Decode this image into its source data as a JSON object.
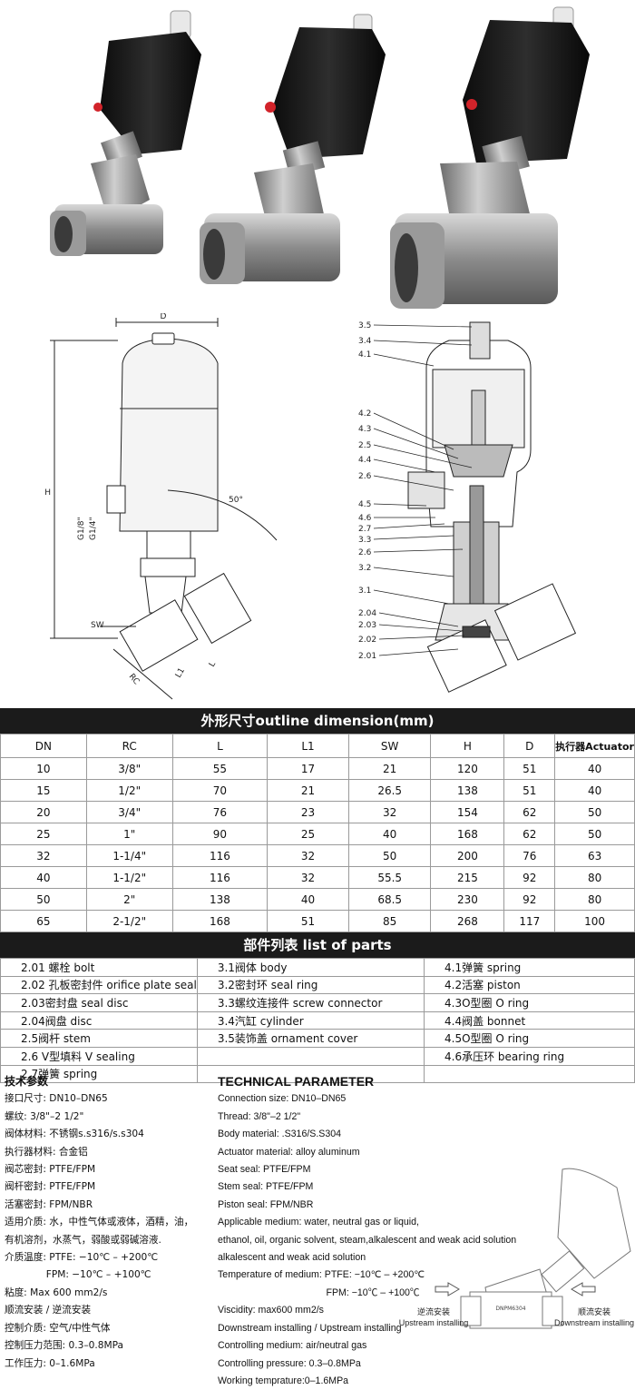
{
  "drawing_labels": {
    "dim_D": "D",
    "dim_H": "H",
    "dim_G18": "G1/8\"",
    "dim_G14": "G1/4\"",
    "dim_angle": "50°",
    "dim_SW": "SW",
    "dim_RC": "RC",
    "dim_L1": "L1",
    "dim_L": "L",
    "callouts_top": [
      "3.5",
      "3.4",
      "4.1",
      "4.2",
      "4.3",
      "2.5",
      "4.4",
      "2.6",
      "4.5",
      "4.6",
      "2.7",
      "3.3",
      "2.6",
      "3.2",
      "3.1",
      "2.04",
      "2.03",
      "2.02",
      "2.01"
    ]
  },
  "outline": {
    "title": "外形尺寸outline dimension(mm)",
    "headers": [
      "DN",
      "RC",
      "L",
      "L1",
      "SW",
      "H",
      "D",
      "执行器Actuator"
    ],
    "rows": [
      [
        "10",
        "3/8\"",
        "55",
        "17",
        "21",
        "120",
        "51",
        "40"
      ],
      [
        "15",
        "1/2\"",
        "70",
        "21",
        "26.5",
        "138",
        "51",
        "40"
      ],
      [
        "20",
        "3/4\"",
        "76",
        "23",
        "32",
        "154",
        "62",
        "50"
      ],
      [
        "25",
        "1\"",
        "90",
        "25",
        "40",
        "168",
        "62",
        "50"
      ],
      [
        "32",
        "1-1/4\"",
        "116",
        "32",
        "50",
        "200",
        "76",
        "63"
      ],
      [
        "40",
        "1-1/2\"",
        "116",
        "32",
        "55.5",
        "215",
        "92",
        "80"
      ],
      [
        "50",
        "2\"",
        "138",
        "40",
        "68.5",
        "230",
        "92",
        "80"
      ],
      [
        "65",
        "2-1/2\"",
        "168",
        "51",
        "85",
        "268",
        "117",
        "100"
      ]
    ]
  },
  "parts": {
    "title": "部件列表 list of parts",
    "rows": [
      [
        "2.01 螺栓 bolt",
        "3.1阀体 body",
        "4.1弹簧 spring"
      ],
      [
        "2.02 孔板密封件 orifice plate seal",
        "3.2密封环 seal ring",
        "4.2活塞 piston"
      ],
      [
        "2.03密封盘 seal disc",
        "3.3螺纹连接件 screw connector",
        "4.3O型圈  O ring"
      ],
      [
        "2.04阀盘 disc",
        "3.4汽缸 cylinder",
        "4.4阀盖 bonnet"
      ],
      [
        "2.5阀杆 stem",
        "3.5装饰盖 ornament cover",
        "4.5O型圈  O ring"
      ],
      [
        "2.6 V型填料  V sealing",
        "",
        "4.6承压环 bearing ring"
      ],
      [
        "2.7弹簧 spring",
        "",
        ""
      ]
    ]
  },
  "tech_cn": {
    "title": "技术参数",
    "lines": [
      "接口尺寸: DN10–DN65",
      "螺纹: 3/8\"–2 1/2\"",
      "阀体材料: 不锈钢s.s316/s.s304",
      "执行器材料: 合金铝",
      "阀芯密封: PTFE/FPM",
      "阀杆密封: PTFE/FPM",
      "活塞密封: FPM/NBR",
      "适用介质: 水，中性气体或液体，酒精，油，",
      "有机溶剂，水蒸气，弱酸或弱碱溶液.",
      "介质温度: PTFE: −10℃ – +200℃",
      "　　　　   FPM: −10℃ – +100℃",
      "粘度: Max 600 mm2/s",
      "顺流安装 / 逆流安装",
      "控制介质: 空气/中性气体",
      "控制压力范围: 0.3–0.8MPa",
      "工作压力: 0–1.6MPa"
    ]
  },
  "tech_en": {
    "title": "TECHNICAL PARAMETER",
    "lines": [
      "Connection size: DN10–DN65",
      "Thread: 3/8\"–2 1/2\"",
      "Body material: .S316/S.S304",
      "Actuator material: alloy aluminum",
      "Seat seal: PTFE/FPM",
      "Stem seal: PTFE/FPM",
      "Piston seal: FPM/NBR",
      "Applicable medium: water, neutral gas or liquid,",
      "ethanol, oil, organic solvent, steam,alkalescent and weak acid solution",
      "alkalescent and weak acid solution",
      "Temperature of medium: PTFE: −10℃ – +200℃",
      "　　　　　　　　　　　 FPM: −10℃ – +100℃",
      "Viscidity: max600 mm2/s",
      "Downstream installing / Upstream installing",
      "Controlling medium: air/neutral gas",
      "Controlling pressure: 0.3–0.8MPa",
      "Working temprature:0–1.6MPa"
    ]
  },
  "install": {
    "upstream_cn": "逆流安装",
    "upstream_en": "Upstream installing",
    "downstream_cn": "顺流安装",
    "downstream_en": "Downstream installing",
    "body_mark": "DNPM6304"
  }
}
